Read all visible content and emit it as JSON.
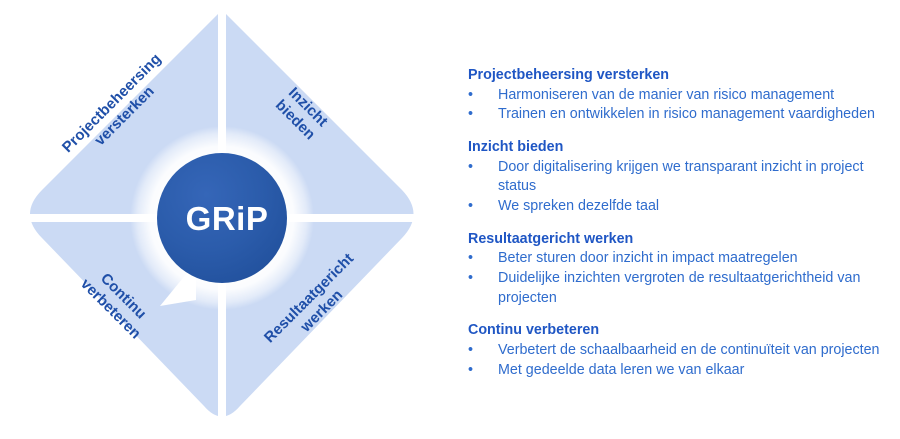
{
  "diagram": {
    "center_label": "GRiP",
    "colors": {
      "quadrant_fill": "#cbdaf4",
      "core_circle": "#2b5cab",
      "core_text": "#ffffff",
      "quadrant_text": "#1f4fa8",
      "heading_text": "#1f56c4",
      "body_text": "#2f6ccd",
      "background": "#ffffff"
    },
    "quadrants": [
      {
        "position": "top-left",
        "line1": "Projectbeheersing",
        "line2": "versterken"
      },
      {
        "position": "top-right",
        "line1": "Inzicht",
        "line2": "bieden"
      },
      {
        "position": "bottom-right",
        "line1": "Resultaatgericht",
        "line2": "werken"
      },
      {
        "position": "bottom-left",
        "line1": "Continu",
        "line2": "verbeteren"
      }
    ]
  },
  "panel": {
    "bullet_glyph": "•",
    "groups": [
      {
        "heading": "Projectbeheersing versterken",
        "items": [
          "Harmoniseren van de manier van risico management",
          "Trainen en ontwikkelen in risico management vaardigheden"
        ]
      },
      {
        "heading": "Inzicht bieden",
        "items": [
          "Door digitalisering krijgen we transparant inzicht in project status",
          "We spreken dezelfde taal"
        ]
      },
      {
        "heading": "Resultaatgericht werken",
        "items": [
          "Beter sturen door inzicht in impact maatregelen",
          "Duidelijke inzichten vergroten de resultaatgerichtheid van projecten"
        ]
      },
      {
        "heading": "Continu verbeteren",
        "items": [
          "Verbetert de schaalbaarheid en de continuïteit van projecten",
          "Met gedeelde data leren we van elkaar"
        ]
      }
    ]
  }
}
